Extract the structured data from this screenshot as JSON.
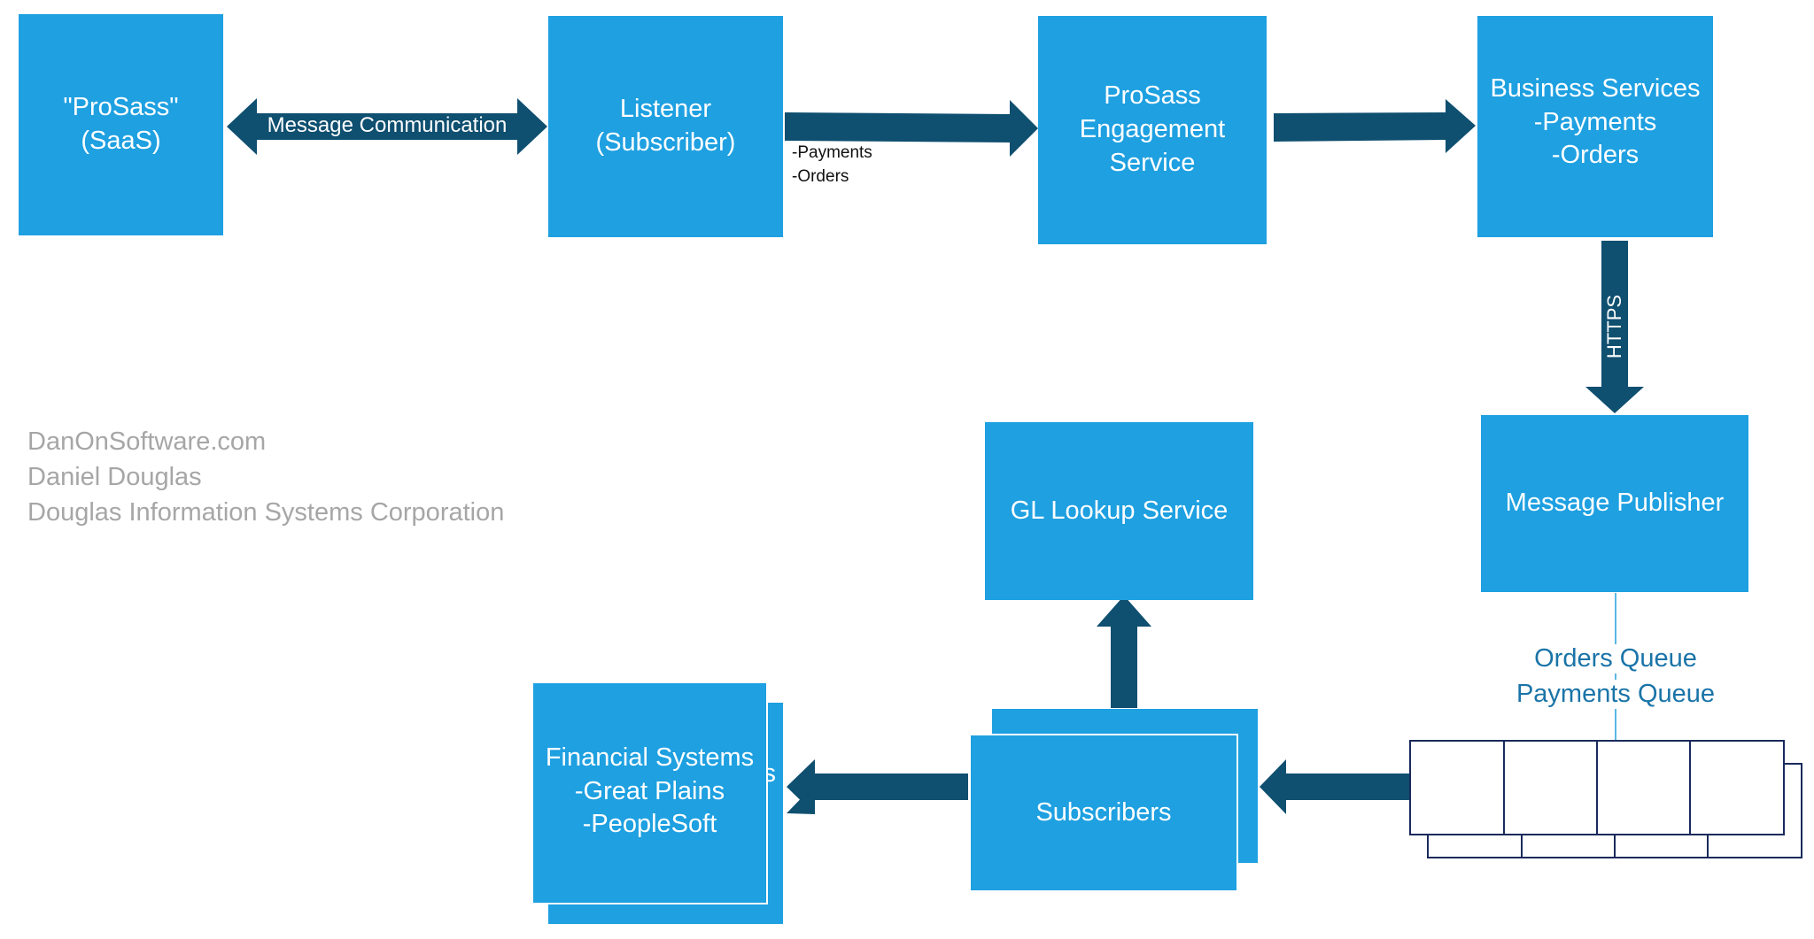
{
  "boxes": {
    "prosass": {
      "line1": "\"ProSass\"",
      "line2": "(SaaS)"
    },
    "listener": {
      "line1": "Listener",
      "line2": "(Subscriber)"
    },
    "engagement": {
      "line1": "ProSass",
      "line2": "Engagement",
      "line3": "Service"
    },
    "business": {
      "line1": "Business Services",
      "line2": "-Payments",
      "line3": "-Orders"
    },
    "publisher": {
      "line1": "Message Publisher"
    },
    "gl": {
      "line1": "GL Lookup Service"
    },
    "subscribers": {
      "line1": "Subscribers"
    },
    "financial": {
      "line1": "Financial Systems",
      "line2": "-Great Plains",
      "line3": "-PeopleSoft",
      "behind_fragment": "s"
    }
  },
  "arrows": {
    "message_communication": "Message Communication",
    "listener_payments": "-Payments",
    "listener_orders": "-Orders",
    "https": "HTTPS"
  },
  "queues": {
    "orders": "Orders Queue",
    "payments": "Payments Queue"
  },
  "watermark": {
    "line1": "DanOnSoftware.com",
    "line2": "Daniel Douglas",
    "line3": "Douglas Information Systems Corporation"
  },
  "colors": {
    "box": "#1ea0e1",
    "arrow": "#0f4f70",
    "queue_text": "#1a74a8",
    "watermark": "#a6a6a6"
  }
}
